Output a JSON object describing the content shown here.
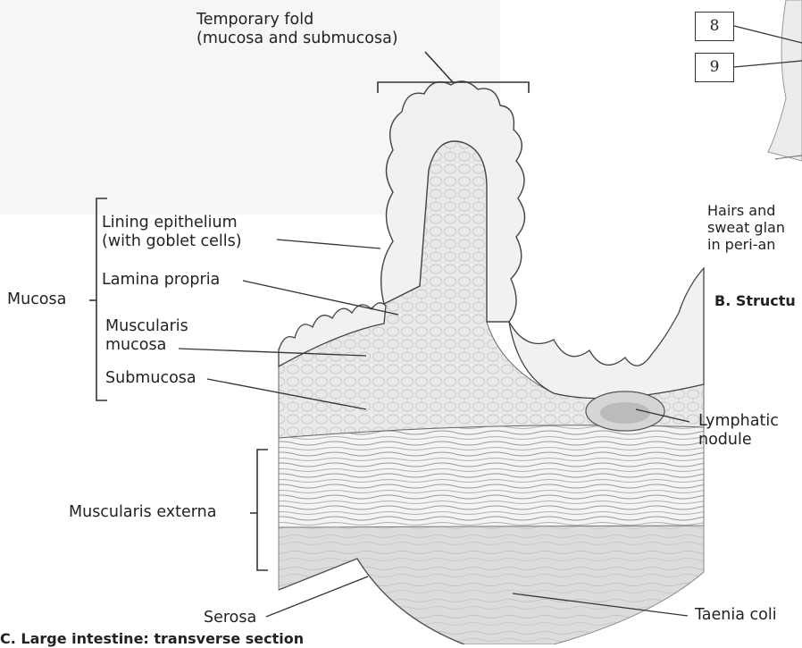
{
  "labels": {
    "temporary_fold": [
      "Temporary fold",
      "(mucosa and submucosa)"
    ],
    "lining_epithelium": [
      "Lining epithelium",
      "(with goblet cells)"
    ],
    "lamina_propria": "Lamina propria",
    "muscularis_mucosa": [
      "Muscularis",
      "mucosa"
    ],
    "submucosa": "Submucosa",
    "mucosa": "Mucosa",
    "muscularis_externa": "Muscularis externa",
    "serosa": "Serosa",
    "taenia_coli": "Taenia coli",
    "lymphatic_nodule": [
      "Lymphatic",
      "nodule"
    ],
    "hairs_sweat": [
      "Hairs and",
      "sweat glan",
      "in peri-an"
    ],
    "section_b_heading": "B. Structu",
    "section_c_heading": "C. Large intestine: transverse section"
  },
  "callout_numbers": [
    "8",
    "9"
  ],
  "colors": {
    "line": "#333333",
    "tissue_fill": "#eeeeee",
    "muscle_fill": "#d9d9d9"
  }
}
